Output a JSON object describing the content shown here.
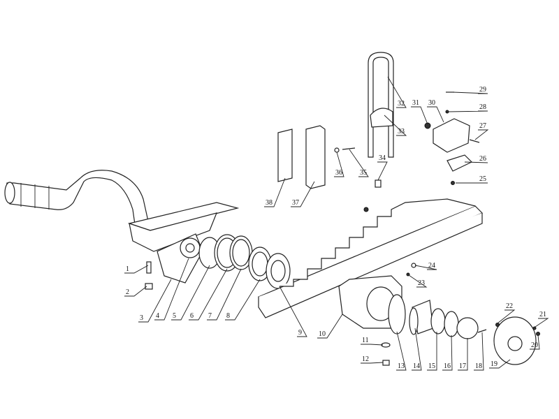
{
  "diagram": {
    "title": "Leaf spring suspension assembly exploded view",
    "part_numbers": [
      "1",
      "2",
      "3",
      "4",
      "5",
      "6",
      "7",
      "8",
      "9",
      "10",
      "11",
      "12",
      "13",
      "14",
      "15",
      "16",
      "17",
      "18",
      "19",
      "20",
      "21",
      "22",
      "23",
      "24",
      "25",
      "26",
      "27",
      "28",
      "29",
      "30",
      "31",
      "32",
      "33",
      "34",
      "35",
      "36",
      "37",
      "38"
    ]
  }
}
